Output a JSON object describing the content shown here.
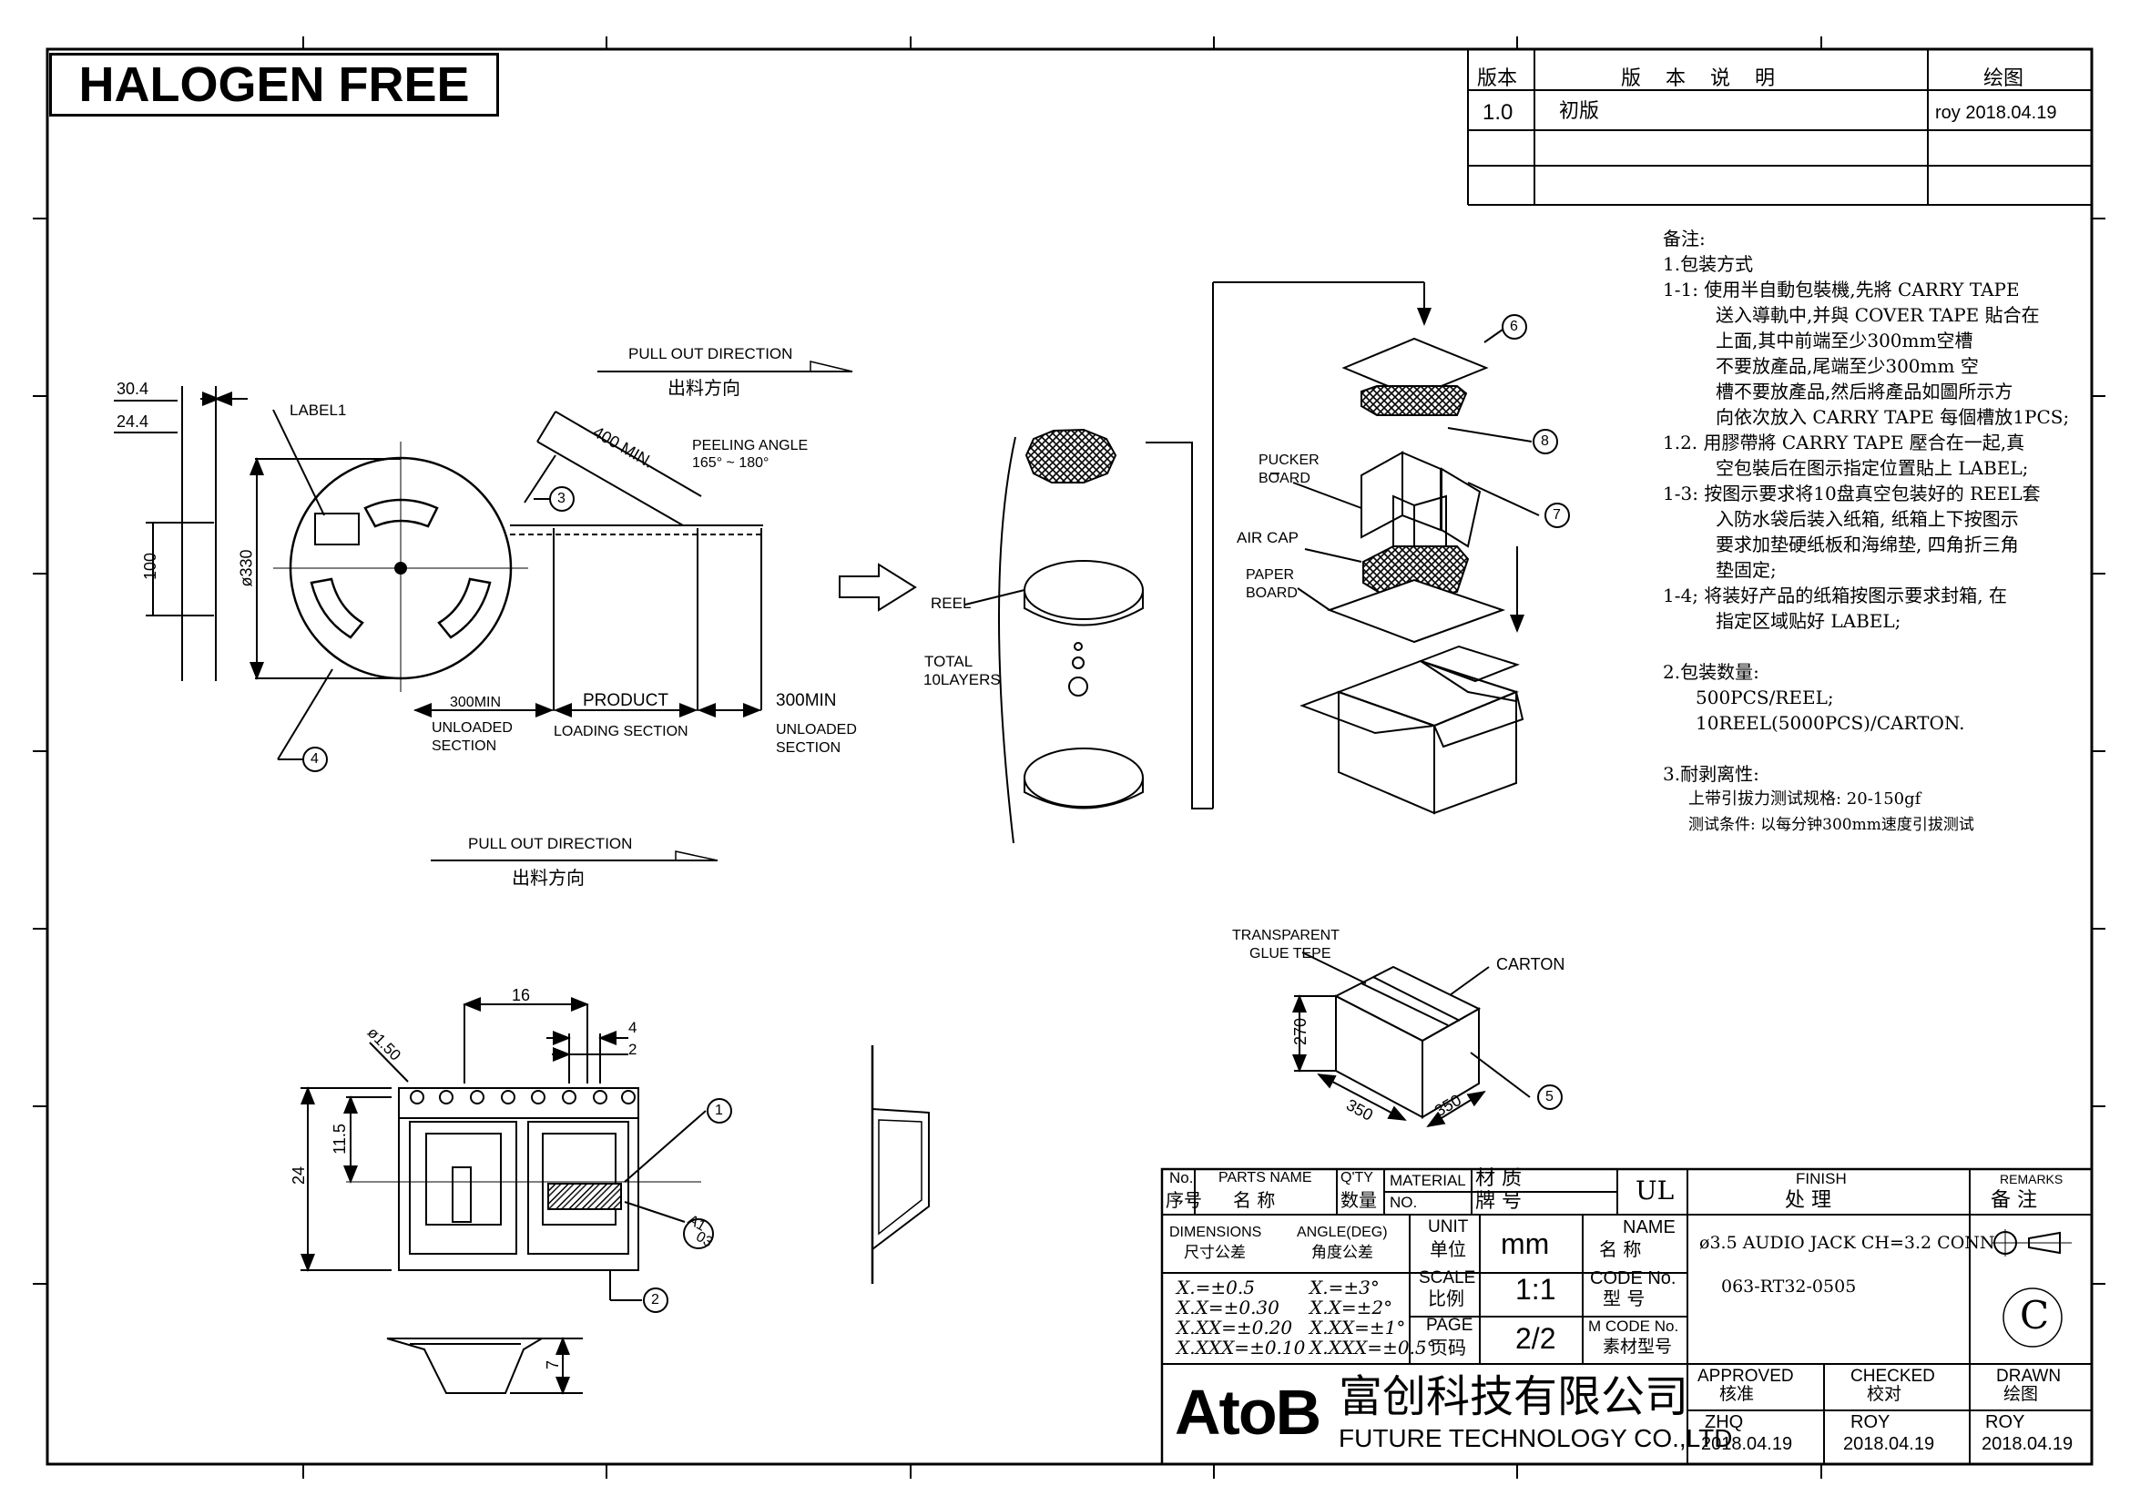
{
  "banner": {
    "halogen_free": "HALOGEN FREE"
  },
  "revision_table": {
    "headers": {
      "version": "版本",
      "description": "版 本 说 明",
      "drawn": "绘图"
    },
    "rows": [
      {
        "version": "1.0",
        "description": "初版",
        "drawn": "roy 2018.04.19"
      }
    ]
  },
  "notes": {
    "heading": "备注:",
    "lines": [
      "1.包装方式",
      "1-1: 使用半自動包裝機,先將 CARRY TAPE",
      "      送入導軌中,并與 COVER TAPE 貼合在",
      "      上面,其中前端至少300mm空槽",
      "      不要放產品,尾端至少300mm 空",
      "      槽不要放產品,然后將產品如圖所示方",
      "      向依次放入 CARRY TAPE 每個槽放1PCS;",
      "1.2. 用膠帶將 CARRY TAPE 壓合在一起,真",
      "      空包裝后在图示指定位置貼上 LABEL;",
      "1-3: 按图示要求将10盘真空包装好的 REEL套",
      "      入防水袋后装入纸箱, 纸箱上下按图示",
      "      要求加垫硬纸板和海绵垫, 四角折三角",
      "      垫固定;",
      "1-4; 将装好产品的纸箱按图示要求封箱, 在",
      "      指定区域贴好 LABEL;",
      "",
      "2.包装数量:",
      "   500PCS/REEL;",
      "   10REEL(5000PCS)/CARTON.",
      "",
      "3.耐剥离性:"
    ],
    "peel_spec": "上带引拔力测试规格: 20-150gf",
    "peel_cond": "测试条件: 以每分钟300mm速度引拔测试"
  },
  "reel_view": {
    "dim_30_4": "30.4",
    "dim_24_4": "24.4",
    "dim_100": "100",
    "dim_330": "ø330",
    "label1": "LABEL1",
    "pull_out_en": "PULL OUT DIRECTION",
    "pull_out_cn": "出料方向",
    "dim_400": "400 MIN.",
    "peeling_angle": "PEELING ANGLE",
    "peeling_range": "165° ~ 180°",
    "sec_300min_a": "300MIN",
    "sec_product": "PRODUCT",
    "sec_300min_b": "300MIN",
    "unloaded_a": "UNLOADED",
    "section_a": "SECTION",
    "loading": "LOADING SECTION",
    "unloaded_b": "UNLOADED",
    "section_b": "SECTION",
    "callout_3": "3",
    "callout_4": "4"
  },
  "pull_out_2": {
    "en": "PULL OUT DIRECTION",
    "cn": "出料方向"
  },
  "stack_view": {
    "reel": "REEL",
    "total": "TOTAL",
    "layers": "10LAYERS"
  },
  "box_view": {
    "pucker": "PUCKER",
    "board": "BOARD",
    "air_cap": "AIR CAP",
    "paper": "PAPER",
    "paper_board": "BOARD",
    "callout_6": "6",
    "callout_7": "7",
    "callout_8": "8"
  },
  "carton_view": {
    "transparent": "TRANSPARENT",
    "glue": "GLUE TEPE",
    "carton": "CARTON",
    "dim_270": "270",
    "dim_350a": "350",
    "dim_350b": "350",
    "callout_5": "5"
  },
  "tape_view": {
    "dim_16": "16",
    "dim_4": "4",
    "dim_2": "2",
    "dim_150": "ø1.50",
    "dim_11_5": "11.5",
    "dim_24": "24",
    "dim_7": "7",
    "callout_1": "1",
    "callout_2": "2",
    "a1": "A1",
    "a3": "03"
  },
  "title_block": {
    "no_en": "No.",
    "no_cn": "序号",
    "parts_en": "PARTS NAME",
    "parts_cn": "名  称",
    "qty_en": "Q'TY",
    "qty_cn": "数量",
    "material": "MATERIAL",
    "no2": "NO.",
    "material_cn": "材  质",
    "brand_cn": "牌  号",
    "ul": "UL",
    "finish_en": "FINISH",
    "finish_cn": "处  理",
    "remarks_en": "REMARKS",
    "remarks_cn": "备  注",
    "dims": "DIMENSIONS",
    "dims_cn": "尺寸公差",
    "angle": "ANGLE(DEG)",
    "angle_cn": "角度公差",
    "tol1": "X.=±0.5",
    "tol2": "X.X=±0.30",
    "tol3": "X.XX=±0.20",
    "tol4": "X.XXX=±0.10",
    "ang1": "X.=±3°",
    "ang2": "X.X=±2°",
    "ang3": "X.XX=±1°",
    "ang4": "X.XXX=±0.5°",
    "unit_en": "UNIT",
    "unit_cn": "单位",
    "unit_val": "mm",
    "name_en": "NAME",
    "name_cn": "名  称",
    "name_val": "ø3.5 AUDIO JACK CH=3.2 CONN",
    "scale_en": "SCALE",
    "scale_cn": "比例",
    "scale_val": "1:1",
    "code_en": "CODE No.",
    "code_cn": "型  号",
    "code_val": "063-RT32-0505",
    "page_en": "PAGE",
    "page_cn": "页码",
    "page_val": "2/2",
    "mcode_en": "M CODE No.",
    "mcode_cn": "素材型号",
    "rev_letter": "C",
    "company_logo": "AtoB",
    "company_cn": "富创科技有限公司",
    "company_en": "FUTURE TECHNOLOGY CO.,LTD",
    "approved_en": "APPROVED",
    "approved_cn": "核准",
    "approved_by": "ZHQ",
    "approved_date": "2018.04.19",
    "checked_en": "CHECKED",
    "checked_cn": "校对",
    "checked_by": "ROY",
    "checked_date": "2018.04.19",
    "drawn_en": "DRAWN",
    "drawn_cn": "绘图",
    "drawn_by": "ROY",
    "drawn_date": "2018.04.19"
  }
}
